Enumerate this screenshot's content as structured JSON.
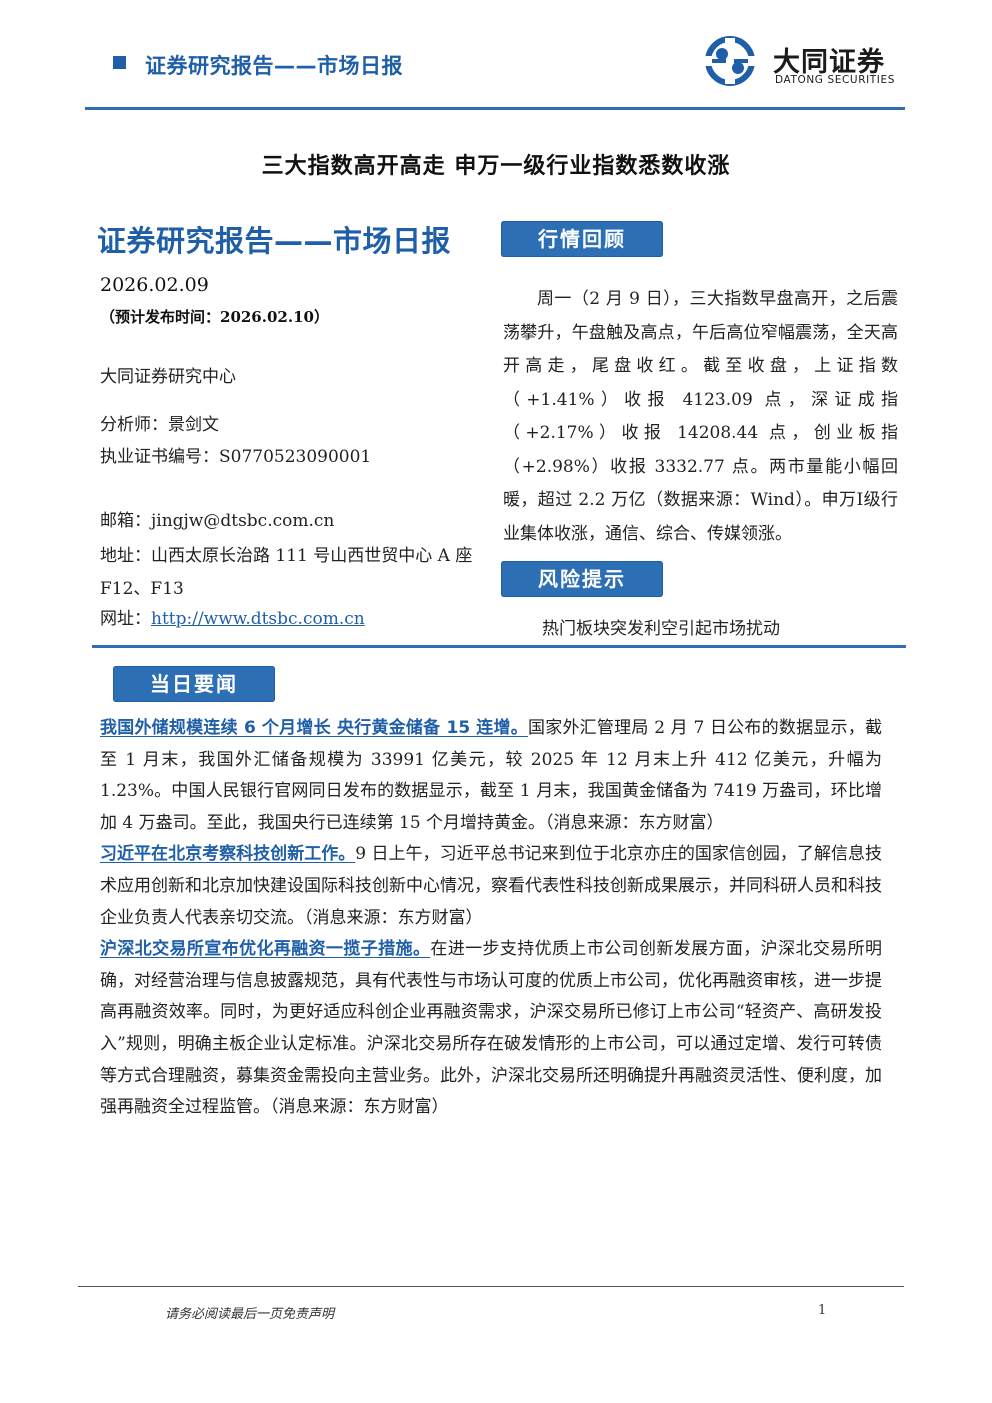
{
  "header": {
    "title": "证券研究报告——市场日报",
    "logo_cn": "大同证券",
    "logo_en": "DATONG SECURITIES",
    "brand_color": "#1f5fa8"
  },
  "main_title": "三大指数高开高走 申万一级行业指数悉数收涨",
  "left": {
    "title": "证券研究报告——市场日报",
    "date": "2026.02.09",
    "pub_date": "（预计发布时间：2026.02.10）",
    "center": "大同证券研究中心",
    "analyst": "分析师：景剑文",
    "cert": "执业证书编号：S0770523090001",
    "email": "邮箱：jingjw@dtsbc.com.cn",
    "address": "地址：山西太原长治路 111 号山西世贸中心 A 座 F12、F13",
    "website_label": "网址：",
    "website": "http://www.dtsbc.com.cn"
  },
  "review": {
    "tab": "行情回顾",
    "text": "周一（2 月 9 日），三大指数早盘高开，之后震荡攀升，午盘触及高点，午后高位窄幅震荡，全天高开高走，尾盘收红。截至收盘，上证指数（+1.41%）收报 4123.09 点，深证成指（+2.17%）收报 14208.44 点，创业板指（+2.98%）收报 3332.77 点。两市量能小幅回暖，超过 2.2 万亿（数据来源：Wind）。申万Ⅰ级行业集体收涨，通信、综合、传媒领涨。"
  },
  "risk": {
    "tab": "风险提示",
    "text": "热门板块突发利空引起市场扰动"
  },
  "news": {
    "tab": "当日要闻",
    "items": [
      {
        "headline": "我国外储规模连续 6 个月增长 央行黄金储备 15 连增。",
        "body": "国家外汇管理局 2 月 7 日公布的数据显示，截至 1 月末，我国外汇储备规模为 33991 亿美元，较 2025 年 12 月末上升 412 亿美元，升幅为 1.23%。中国人民银行官网同日发布的数据显示，截至 1 月末，我国黄金储备为 7419 万盎司，环比增加 4 万盎司。至此，我国央行已连续第 15 个月增持黄金。（消息来源：东方财富）"
      },
      {
        "headline": "习近平在北京考察科技创新工作。",
        "body": "9 日上午，习近平总书记来到位于北京亦庄的国家信创园，了解信息技术应用创新和北京加快建设国际科技创新中心情况，察看代表性科技创新成果展示，并同科研人员和科技企业负责人代表亲切交流。（消息来源：东方财富）"
      },
      {
        "headline": "沪深北交易所宣布优化再融资一揽子措施。",
        "body": "在进一步支持优质上市公司创新发展方面，沪深北交易所明确，对经营治理与信息披露规范，具有代表性与市场认可度的优质上市公司，优化再融资审核，进一步提高再融资效率。同时，为更好适应科创企业再融资需求，沪深交易所已修订上市公司“轻资产、高研发投入”规则，明确主板企业认定标准。沪深北交易所存在破发情形的上市公司，可以通过定增、发行可转债等方式合理融资，募集资金需投向主营业务。此外，沪深北交易所还明确提升再融资灵活性、便利度，加强再融资全过程监管。（消息来源：东方财富）"
      }
    ]
  },
  "footer": {
    "note": "请务必阅读最后一页免责声明",
    "page": "1"
  }
}
